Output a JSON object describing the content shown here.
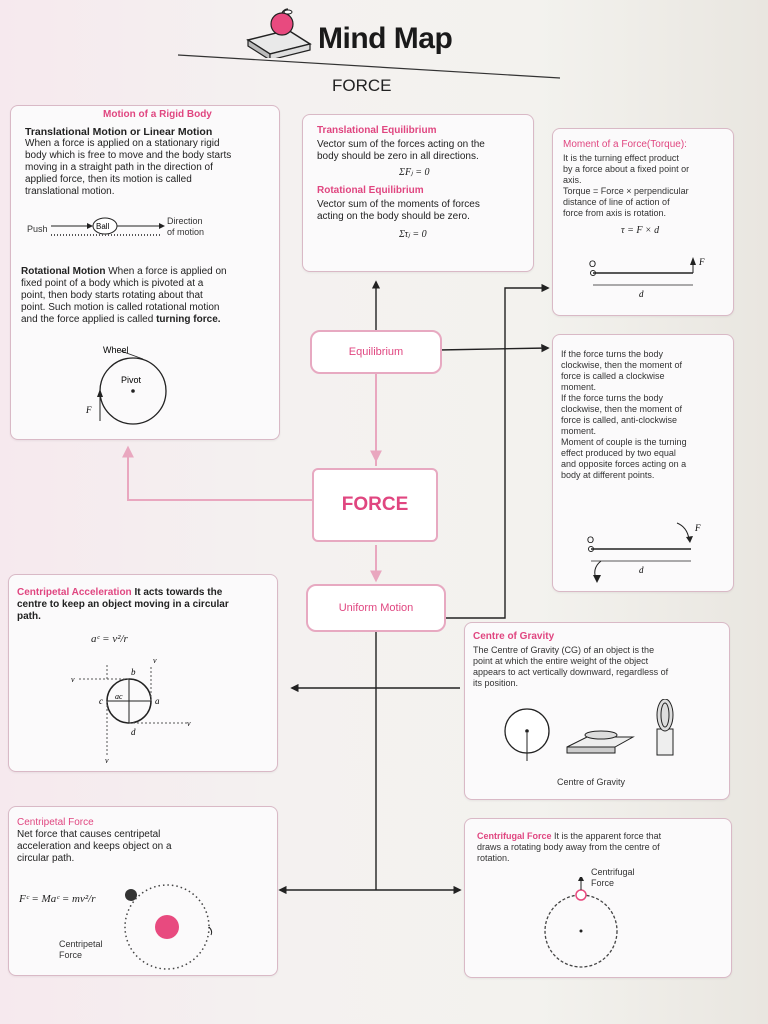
{
  "header": {
    "title": "Mind Map",
    "subtitle": "FORCE"
  },
  "center": {
    "label": "FORCE"
  },
  "equilibrium": {
    "label": "Equilibrium"
  },
  "uniform_motion": {
    "label": "Uniform Motion"
  },
  "rigid_body": {
    "title": "Motion of a Rigid Body",
    "translational_heading": "Translational Motion or Linear Motion",
    "translational_lines": [
      "When a force is applied on a stationary rigid",
      "body which is free to move and the body starts",
      "moving in a straight path in the direction of",
      "applied force, then its motion is called",
      "translational motion."
    ],
    "push_label": "Push",
    "ball_label": "Ball",
    "direction_label_1": "Direction",
    "direction_label_2": "of motion",
    "rotational_heading": "Rotational Motion",
    "rotational_lines": [
      "When a force is applied on",
      "fixed point of a body which is pivoted at a",
      "point, then body starts rotating about that",
      "point. Such motion is called rotational motion",
      "and the force applied is called"
    ],
    "turning_force": "turning force.",
    "wheel_label": "Wheel",
    "pivot_label": "Pivot",
    "force_label": "F"
  },
  "equilibrium_box": {
    "translational_title": "Translational Equilibrium",
    "translational_lines": [
      "Vector sum of the forces acting on the",
      "body should be zero in all directions."
    ],
    "translational_formula": "ΣFⱼ = 0",
    "rotational_title": "Rotational Equilibrium",
    "rotational_lines": [
      "Vector sum of the moments of forces",
      "acting on the body should be zero."
    ],
    "rotational_formula": "Στⱼ = 0"
  },
  "moment_box": {
    "title": "Moment of a Force(Torque):",
    "lines": [
      "It is the turning effect product",
      "by a force about a fixed point or",
      "axis.",
      "Torque = Force × perpendicular",
      "distance of line of action of",
      "force from axis is rotation."
    ],
    "formula": "τ = F × d",
    "o_label": "O",
    "f_label": "F",
    "d_label": "d"
  },
  "clockwise_box": {
    "lines": [
      "If the force turns the body",
      "clockwise, then the moment of",
      "force is called a clockwise",
      "moment.",
      "If the force turns the body",
      "clockwise, then the moment of",
      "force is called, anti-clockwise",
      "moment.",
      "Moment of couple is the turning",
      "effect produced by two equal",
      "and opposite forces acting on a",
      "body at different points."
    ],
    "o_label": "O",
    "f_label": "F",
    "d_label": "d"
  },
  "centripetal_acc": {
    "title": "Centripetal Acceleration",
    "lines": [
      "It acts towards the",
      "centre to keep an object moving in a circular",
      "path."
    ],
    "formula": "aᶜ = v²/r",
    "labels": {
      "v": "v",
      "b": "b",
      "c": "c",
      "a": "a",
      "d": "d",
      "ac": "ac"
    }
  },
  "centripetal_force": {
    "title": "Centripetal Force",
    "lines": [
      "Net force that causes centripetal",
      "acceleration and keeps object on a",
      "circular path."
    ],
    "formula": "Fᶜ = Maᶜ = mv²/r",
    "label_1": "Centripetal",
    "label_2": "Force"
  },
  "centre_gravity": {
    "title": "Centre of Gravity",
    "lines": [
      "The Centre of Gravity (CG) of an object is the",
      "point at which the entire weight of the object",
      "appears to act vertically downward, regardless of",
      "its position."
    ],
    "caption": "Centre of Gravity"
  },
  "centrifugal": {
    "title": "Centrifugal Force",
    "lines": [
      "It is the apparent force that",
      "draws a rotating body away from the centre of",
      "rotation."
    ],
    "label_1": "Centrifugal",
    "label_2": "Force"
  },
  "colors": {
    "accent": "#e04680",
    "border": "#d9b9c6"
  }
}
